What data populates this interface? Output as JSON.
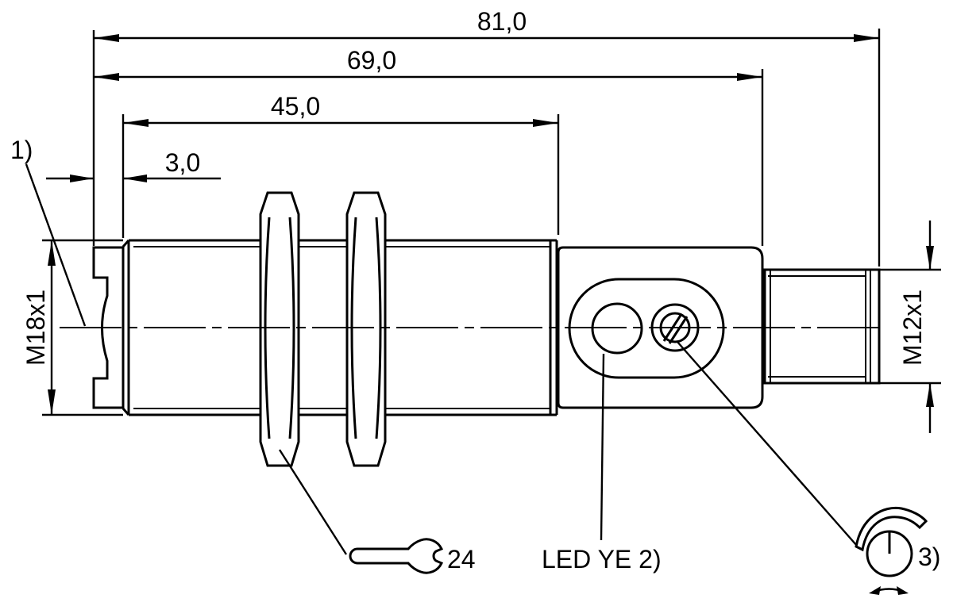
{
  "drawing": {
    "type": "dimensional-drawing",
    "background_color": "#ffffff",
    "line_color": "#000000",
    "dimensions": {
      "overall_length": "81,0",
      "housing_length": "69,0",
      "thread_length": "45,0",
      "tip_length": "3,0",
      "barrel_thread": "M18x1",
      "connector_thread": "M12x1",
      "wrench_size": "24"
    },
    "labels": {
      "note_1": "1)",
      "led": "LED YE 2)",
      "note_3": "3)"
    },
    "icons": {
      "wrench": "open-end-wrench-icon",
      "rotary": "rotary-adjustment-icon"
    }
  }
}
